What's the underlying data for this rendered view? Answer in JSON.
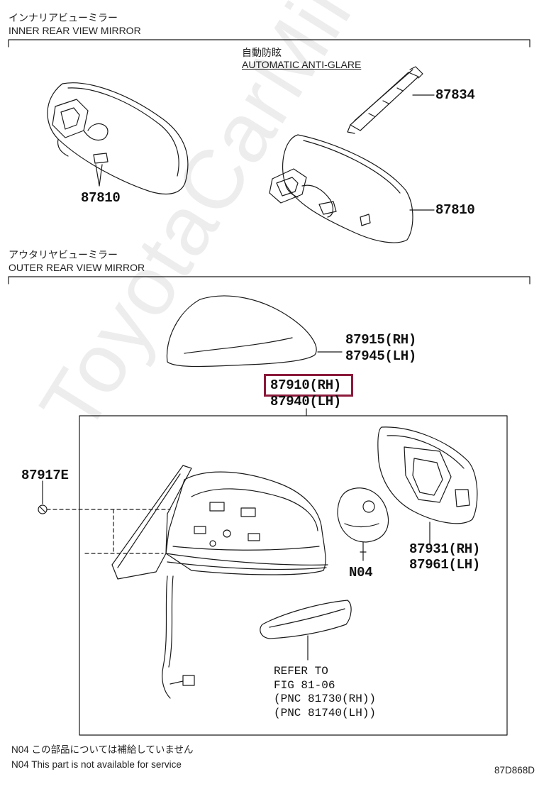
{
  "inner": {
    "title_jp": "インナリアビューミラー",
    "title_en": "INNER REAR VIEW MIRROR",
    "auto_jp": "自動防眩",
    "auto_en": "AUTOMATIC ANTI-GLARE",
    "part_a": "87810",
    "part_b": "87834",
    "part_c": "87810"
  },
  "outer": {
    "title_jp": "アウタリヤビューミラー",
    "title_en": "OUTER REAR VIEW MIRROR",
    "cover_rh": "87915(RH)",
    "cover_lh": "87945(LH)",
    "assy_rh": "87910(RH)",
    "assy_lh": "87940(LH)",
    "nut": "87917E",
    "motor": "N04",
    "glass_rh": "87931(RH)",
    "glass_lh": "87961(LH)",
    "refer_1": "REFER TO",
    "refer_2": "FIG 81-06",
    "refer_3": "(PNC 81730(RH))",
    "refer_4": "(PNC 81740(LH))"
  },
  "footer": {
    "note_jp": "N04 この部品については補給していません",
    "note_en": "N04 This part is not available for service",
    "fig_code": "87D868D"
  },
  "watermark": "ToyotaCarMine.ru",
  "colors": {
    "highlight": "#8b1a3a",
    "line": "#1a1a1a"
  }
}
